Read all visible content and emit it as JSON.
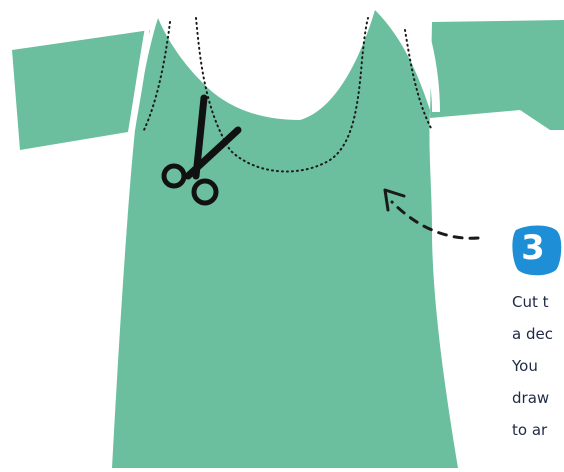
{
  "illustration": {
    "shirt_color": "#6bbf9f",
    "sleeve_color": "#6bbf9f",
    "cut_line_color": "#1a1a1a",
    "icons": [
      "t-shirt-icon",
      "scissors-icon",
      "dashed-arrow-icon"
    ]
  },
  "step": {
    "number": "3",
    "badge_color": "#1e8fd6"
  },
  "instructions": {
    "lines": [
      "Cut t",
      "a dec",
      "You",
      "draw",
      "to ar"
    ]
  }
}
